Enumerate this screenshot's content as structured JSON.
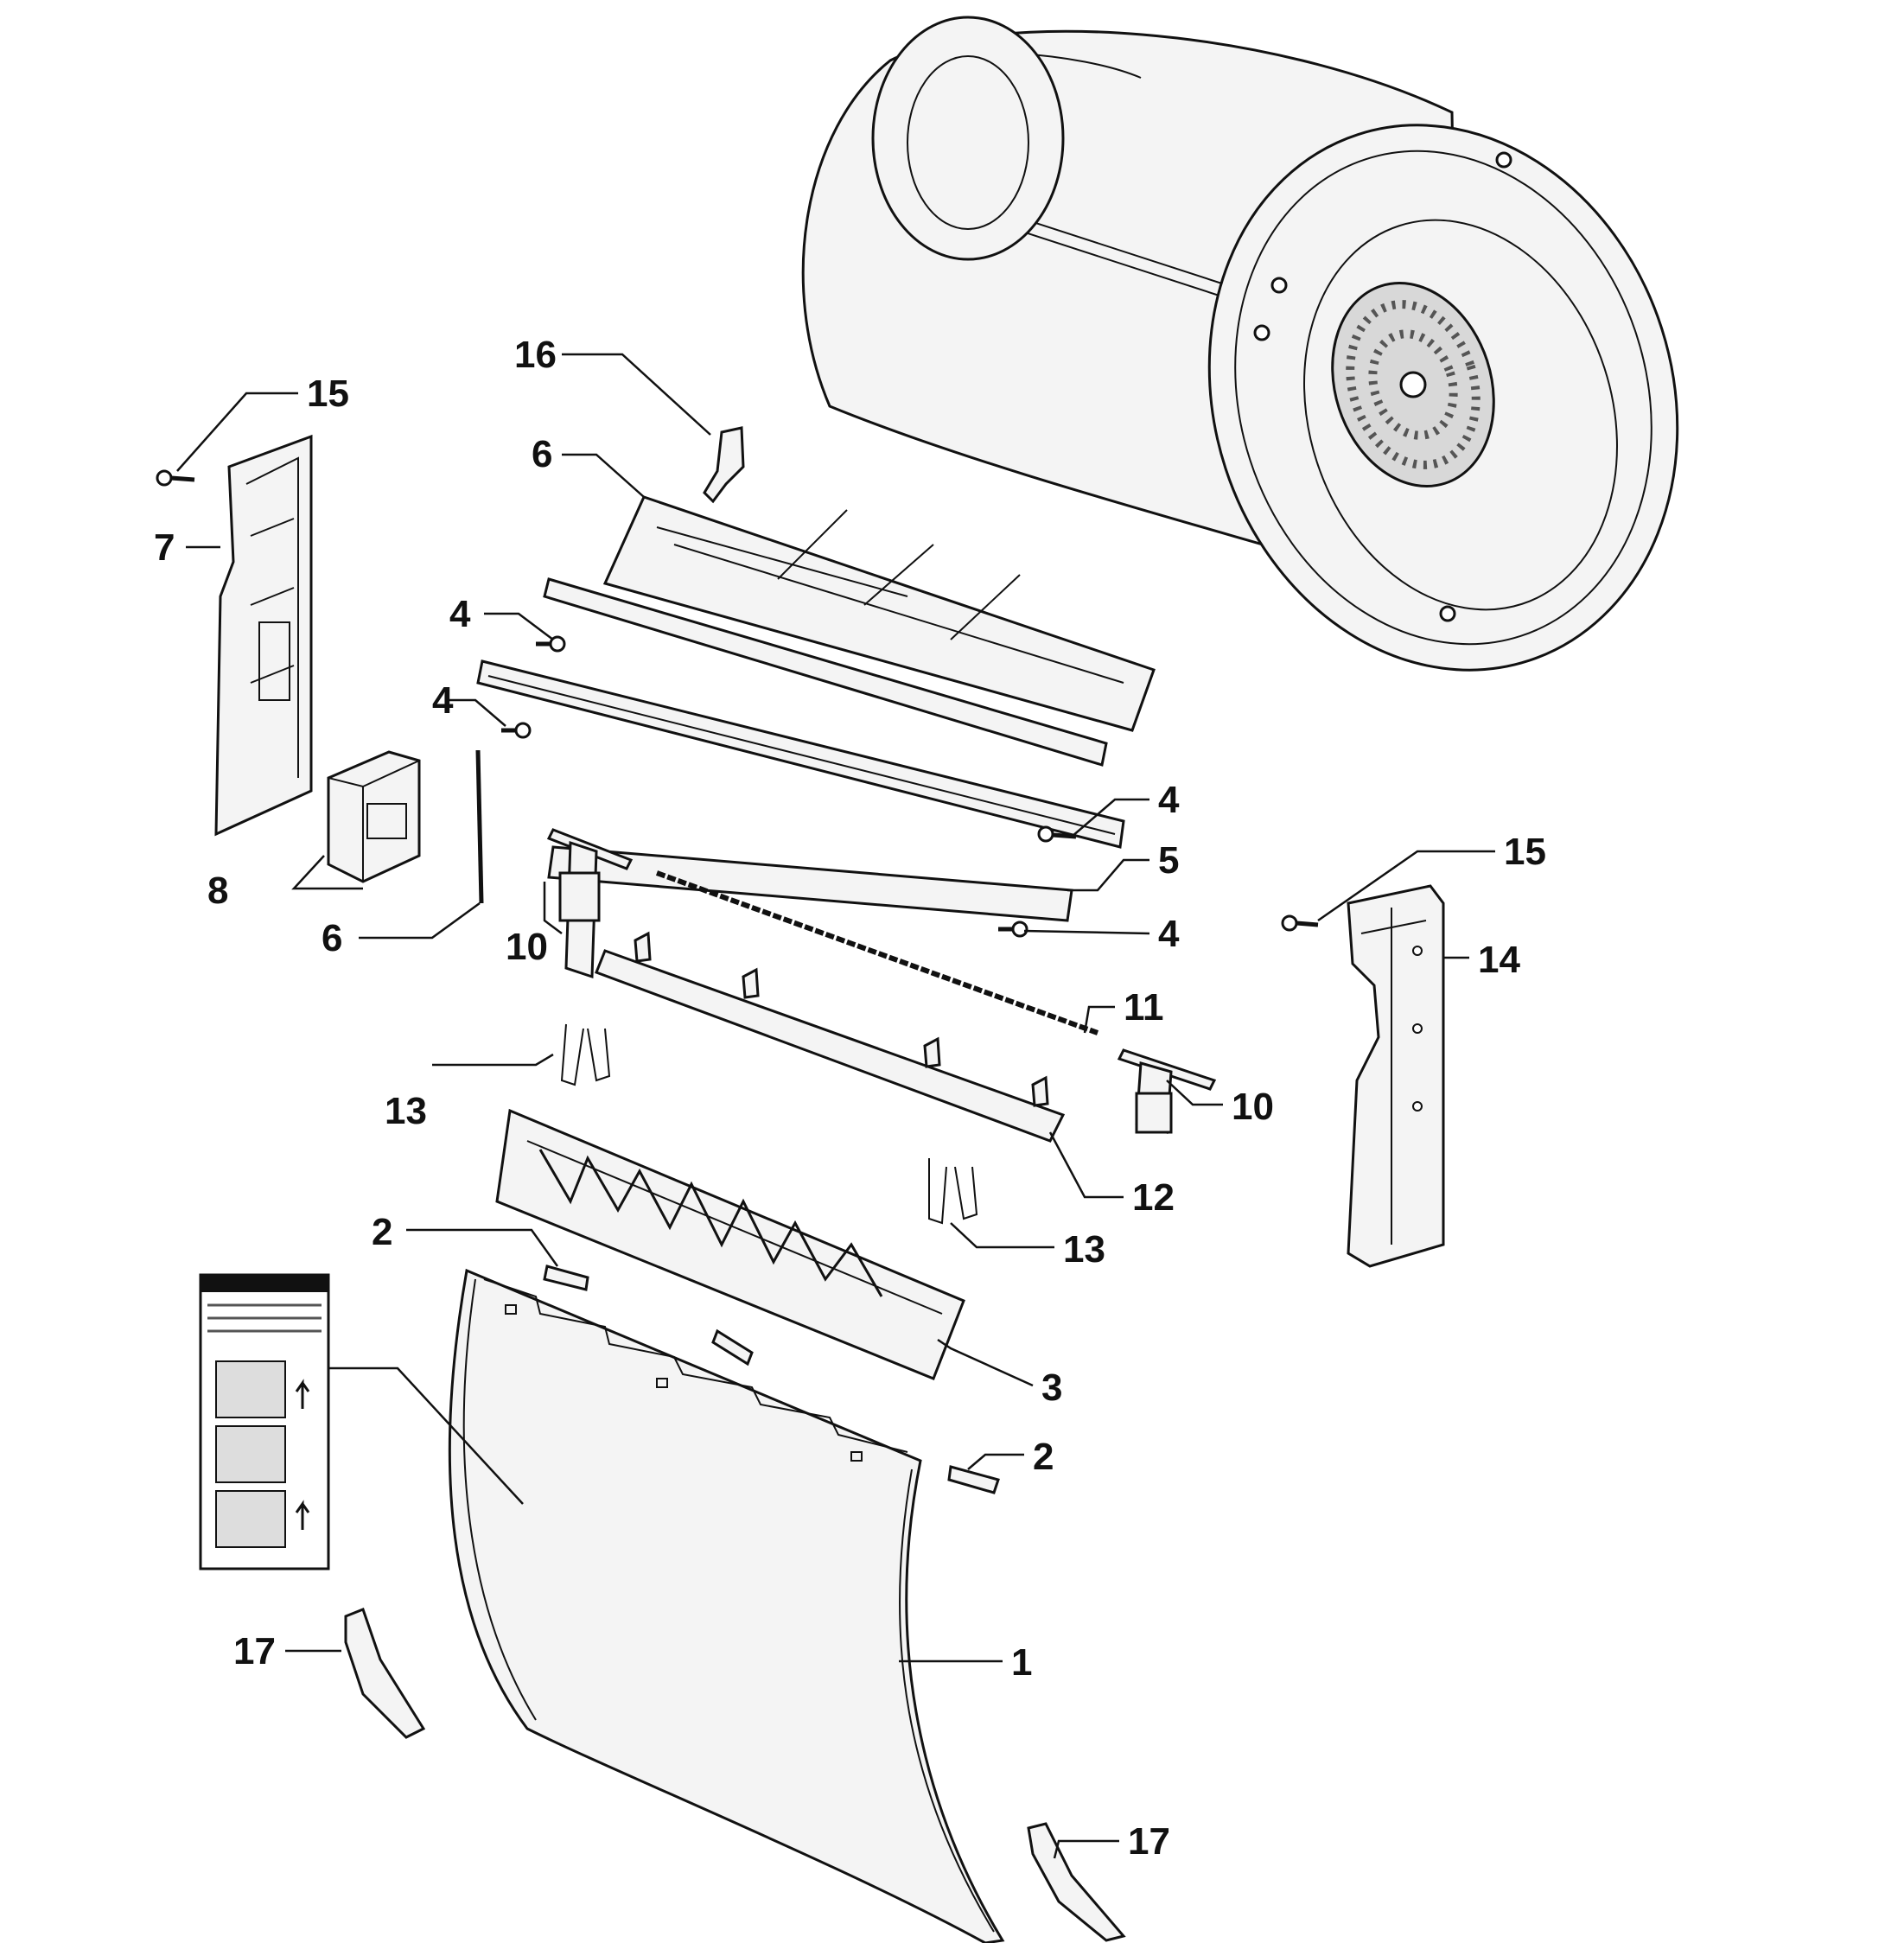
{
  "diagram": {
    "callouts": {
      "c1": "1",
      "c2a": "2",
      "c2b": "2",
      "c3": "3",
      "c4a": "4",
      "c4b": "4",
      "c4c": "4",
      "c4d": "4",
      "c5": "5",
      "c6a": "6",
      "c6b": "6",
      "c7": "7",
      "c8": "8",
      "c10a": "10",
      "c10b": "10",
      "c11": "11",
      "c12": "12",
      "c13a": "13",
      "c13b": "13",
      "c14": "14",
      "c15a": "15",
      "c15b": "15",
      "c16": "16",
      "c17a": "17",
      "c17b": "17"
    }
  }
}
